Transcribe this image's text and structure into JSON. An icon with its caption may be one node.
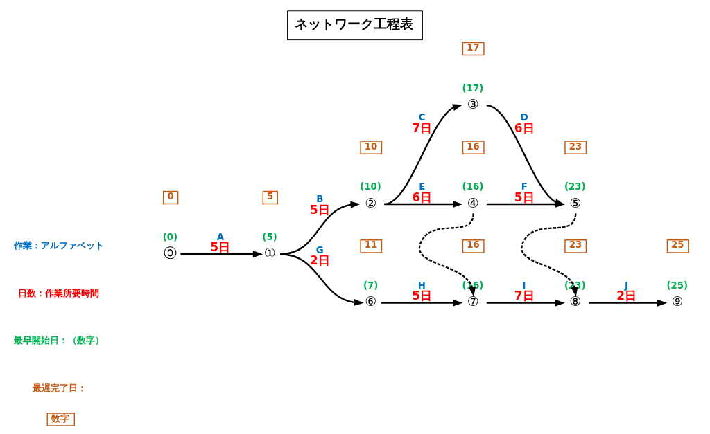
{
  "diagram": {
    "title": "ネットワーク工程表",
    "nodes": [
      {
        "text": [
          "⓪"
        ],
        "beside": [
          "(0)"
        ]
      },
      {
        "text": [
          "①"
        ],
        "beside": [
          "(5)"
        ]
      },
      {
        "text": [
          "②"
        ],
        "beside": [
          "(10)"
        ]
      },
      {
        "text": [
          "③"
        ],
        "beside": [
          "(17)"
        ]
      },
      {
        "text": [
          "④"
        ],
        "beside": [
          "(16)"
        ]
      },
      {
        "text": [
          "⑤"
        ],
        "beside": [
          "(23)"
        ]
      },
      {
        "text": [
          "⑥"
        ],
        "beside": [
          "(7)"
        ]
      },
      {
        "text": [
          "⑦"
        ],
        "beside": [
          "(16)"
        ]
      },
      {
        "text": [
          "⑧"
        ],
        "beside": [
          "(23)"
        ]
      },
      {
        "text": [
          "⑨"
        ],
        "beside": [
          "(25)"
        ]
      },
      {
        "text": [
          "0"
        ]
      },
      {
        "text": [
          "5"
        ]
      },
      {
        "text": [
          "10"
        ]
      },
      {
        "text": [
          "17"
        ]
      },
      {
        "text": [
          "16"
        ]
      },
      {
        "text": [
          "23"
        ]
      },
      {
        "text": [
          "11"
        ]
      },
      {
        "text": [
          "16"
        ]
      },
      {
        "text": [
          "23"
        ]
      },
      {
        "text": [
          "25"
        ]
      },
      {
        "text": [
          "数字"
        ]
      }
    ],
    "edges": [
      {
        "from": 0,
        "to": 1,
        "arrow": "to",
        "label": "A 5日"
      },
      {
        "from": 1,
        "to": 2,
        "arrow": "to",
        "label": "B 5日"
      },
      {
        "from": 2,
        "to": 3,
        "arrow": "to",
        "label": "C 7日"
      },
      {
        "from": 3,
        "to": 5,
        "arrow": "to",
        "label": "D 6日"
      },
      {
        "from": 2,
        "to": 4,
        "arrow": "to",
        "label": "E 6日"
      },
      {
        "from": 4,
        "to": 5,
        "arrow": "to",
        "label": "F 5日"
      },
      {
        "from": 1,
        "to": 6,
        "arrow": "to",
        "label": "G 2日"
      },
      {
        "from": 6,
        "to": 7,
        "arrow": "to",
        "label": "H 5日"
      },
      {
        "from": 4,
        "to": 7,
        "arrow": "to",
        "style": "dashed"
      },
      {
        "from": 7,
        "to": 8,
        "arrow": "to",
        "label": "I 7日"
      },
      {
        "from": 5,
        "to": 8,
        "arrow": "to",
        "style": "dashed"
      },
      {
        "from": 8,
        "to": 9,
        "arrow": "to",
        "label": "J 2日"
      }
    ],
    "labels": [
      "作業：アルファベット",
      "日数：作業所要時間",
      "最早開始日：（数字）",
      "最遅完了日："
    ]
  }
}
